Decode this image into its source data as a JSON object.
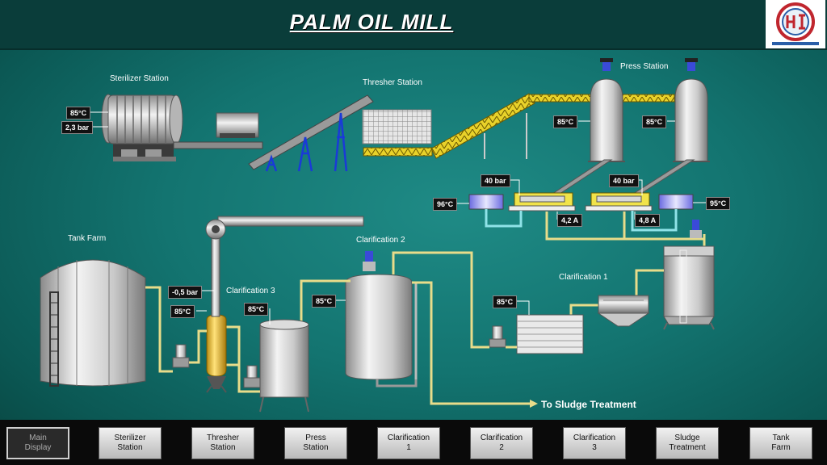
{
  "header": {
    "title": "PALM OIL MILL"
  },
  "stations": {
    "sterilizer": "Sterilizer Station",
    "thresher": "Thresher Station",
    "press": "Press Station",
    "tank_farm": "Tank Farm",
    "clar1": "Clarification 1",
    "clar2": "Clarification 2",
    "clar3": "Clarification 3",
    "sludge": "To Sludge Treatment"
  },
  "readouts": {
    "ster_temp": "85°C",
    "ster_press": "2,3 bar",
    "press1_temp": "85°C",
    "press2_temp": "85°C",
    "press1_bar": "40 bar",
    "press2_bar": "40 bar",
    "heat1_temp": "96°C",
    "heat2_temp": "95°C",
    "amp1": "4,2 A",
    "amp2": "4,8 A",
    "vac_press": "-0,5 bar",
    "clar3_temp_a": "85°C",
    "clar3_temp_b": "85°C",
    "clar2_temp": "85°C",
    "clar1_temp": "85°C"
  },
  "nav": [
    {
      "line1": "Main",
      "line2": "Display",
      "active": true
    },
    {
      "line1": "Sterilizer",
      "line2": "Station"
    },
    {
      "line1": "Thresher",
      "line2": "Station"
    },
    {
      "line1": "Press",
      "line2": "Station"
    },
    {
      "line1": "Clarification",
      "line2": "1"
    },
    {
      "line1": "Clarification",
      "line2": "2"
    },
    {
      "line1": "Clarification",
      "line2": "3"
    },
    {
      "line1": "Sludge",
      "line2": "Treatment"
    },
    {
      "line1": "Tank",
      "line2": "Farm"
    }
  ],
  "colors": {
    "background": "#137470",
    "header": "#0a3d3a",
    "pipe_oil": "#e8dc8a",
    "pipe_water": "#8fe3e8",
    "conveyor": "#e8d22a"
  }
}
